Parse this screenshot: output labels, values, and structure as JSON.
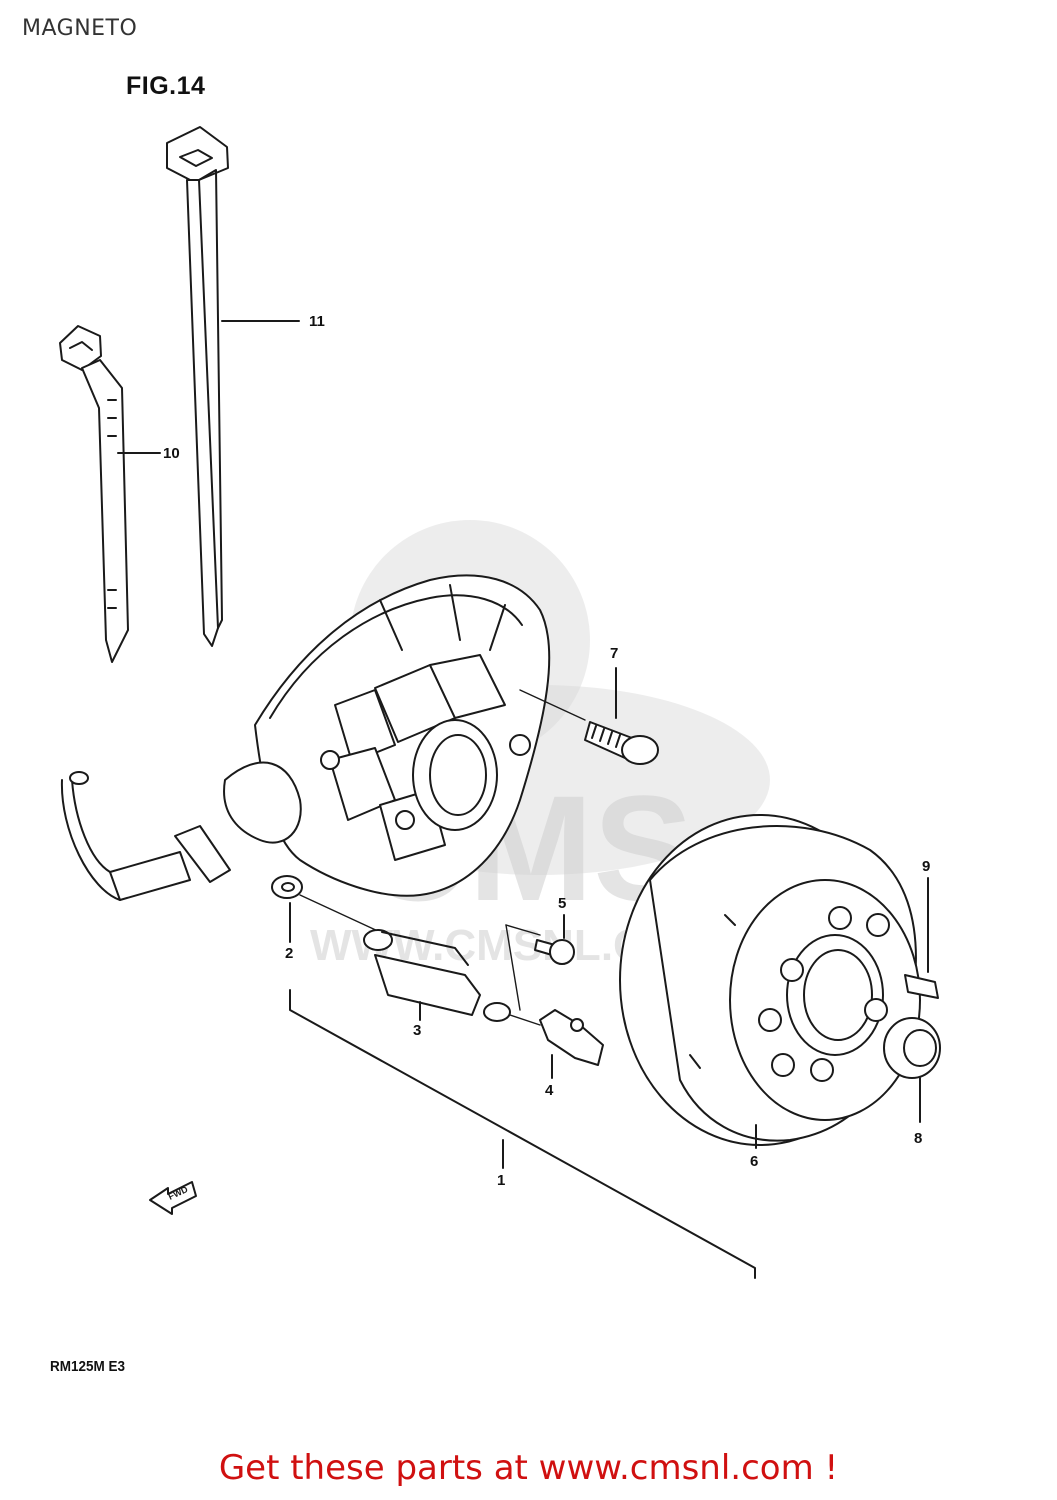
{
  "header": {
    "title": "MAGNETO",
    "figure": "FIG.14"
  },
  "callouts": {
    "c1": "1",
    "c2": "2",
    "c3": "3",
    "c4": "4",
    "c5": "5",
    "c6": "6",
    "c7": "7",
    "c8": "8",
    "c9": "9",
    "c10": "10",
    "c11": "11"
  },
  "fwd_label": "FWD",
  "watermark": {
    "brand": "CMS",
    "url": "WWW.CMSNL.COM"
  },
  "footer": {
    "model": "RM125M  E3",
    "cta": "Get these parts at www.cmsnl.com !"
  },
  "colors": {
    "cta": "#d01010",
    "lines": "#1a1a1a",
    "watermark": "#cfcfcf"
  }
}
